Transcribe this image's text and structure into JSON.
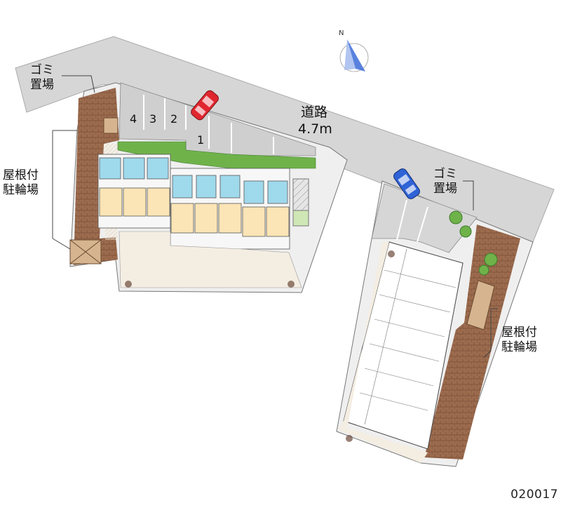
{
  "road": {
    "name": "道路",
    "width": "4.7m"
  },
  "trash_top_left": {
    "line1": "ゴミ",
    "line2": "置場"
  },
  "trash_right": {
    "line1": "ゴミ",
    "line2": "置場"
  },
  "bike_left": {
    "line1": "屋根付",
    "line2": "駐輪場"
  },
  "bike_right": {
    "line1": "屋根付",
    "line2": "駐輪場"
  },
  "parking_numbers": [
    "4",
    "3",
    "2",
    "1"
  ],
  "property_code": "020017",
  "compass": {
    "label": "N"
  },
  "colors": {
    "road": "#d6d6d6",
    "brick": "#9c6b4e",
    "unit_room": "#fbe5b6",
    "unit_bath": "#9fd9ec",
    "courtyard": "#f4ede2",
    "greenery": "#6fb24a",
    "car_red": "#e0262f",
    "car_blue": "#2f63d6"
  }
}
